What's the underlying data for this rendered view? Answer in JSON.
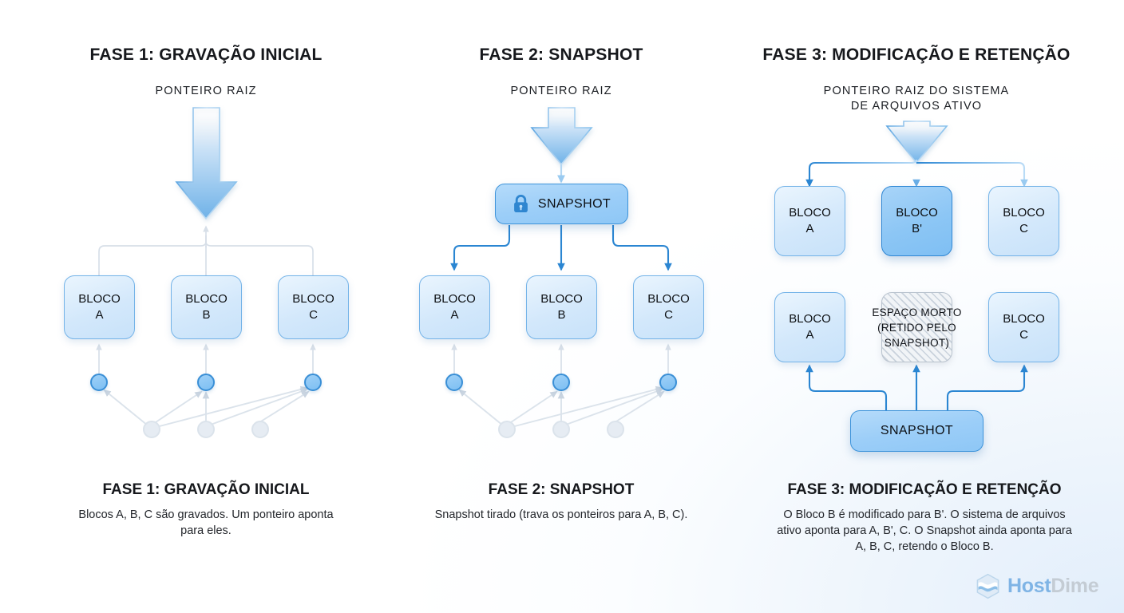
{
  "brand": {
    "name_part1": "Host",
    "name_part2": "Dime",
    "icon": "hostdime-hexagon-logo"
  },
  "columns": [
    {
      "id": "fase-1",
      "title": "FASE 1: GRAVAÇÃO INICIAL",
      "pointer_label": "PONTEIRO RAIZ",
      "blocks": [
        {
          "line1": "BLOCO",
          "line2": "A"
        },
        {
          "line1": "BLOCO",
          "line2": "B"
        },
        {
          "line1": "BLOCO",
          "line2": "C"
        }
      ],
      "caption_title": "FASE 1: GRAVAÇÃO INICIAL",
      "caption_body": "Blocos A, B, C são gravados. Um ponteiro aponta para eles."
    },
    {
      "id": "fase-2",
      "title": "FASE 2: SNAPSHOT",
      "pointer_label": "PONTEIRO RAIZ",
      "snapshot_label": "SNAPSHOT",
      "snapshot_icon": "lock-icon",
      "blocks": [
        {
          "line1": "BLOCO",
          "line2": "A"
        },
        {
          "line1": "BLOCO",
          "line2": "B"
        },
        {
          "line1": "BLOCO",
          "line2": "C"
        }
      ],
      "caption_title": "FASE 2: SNAPSHOT",
      "caption_body": "Snapshot tirado (trava os ponteiros para A, B, C)."
    },
    {
      "id": "fase-3",
      "title": "FASE 3: MODIFICAÇÃO E RETENÇÃO",
      "pointer_label_line1": "PONTEIRO RAIZ DO SISTEMA",
      "pointer_label_line2": "DE ARQUIVOS ATIVO",
      "active_blocks": [
        {
          "line1": "BLOCO",
          "line2": "A",
          "state": "normal"
        },
        {
          "line1": "BLOCO",
          "line2": "B'",
          "state": "modified"
        },
        {
          "line1": "BLOCO",
          "line2": "C",
          "state": "normal"
        }
      ],
      "retained_blocks": [
        {
          "line1": "BLOCO",
          "line2": "A",
          "state": "normal"
        },
        {
          "dead_line1": "ESPAÇO MORTO",
          "dead_line2": "(RETIDO PELO",
          "dead_line3": "SNAPSHOT)",
          "state": "dead"
        },
        {
          "line1": "BLOCO",
          "line2": "C",
          "state": "normal"
        }
      ],
      "snapshot_label": "SNAPSHOT",
      "caption_title": "FASE 3: MODIFICAÇÃO E RETENÇÃO",
      "caption_body": "O Bloco B é modificado para B'. O sistema de arquivos ativo aponta para A, B', C. O Snapshot ainda aponta para A, B, C, retendo o Bloco B."
    }
  ],
  "colors": {
    "accent_blue": "#3d93da",
    "block_border": "#74b3e8",
    "modified_fill": "#8cc6f5",
    "faded_gray": "#dbe3eb",
    "dead_hatch": "#c9d2dc"
  }
}
